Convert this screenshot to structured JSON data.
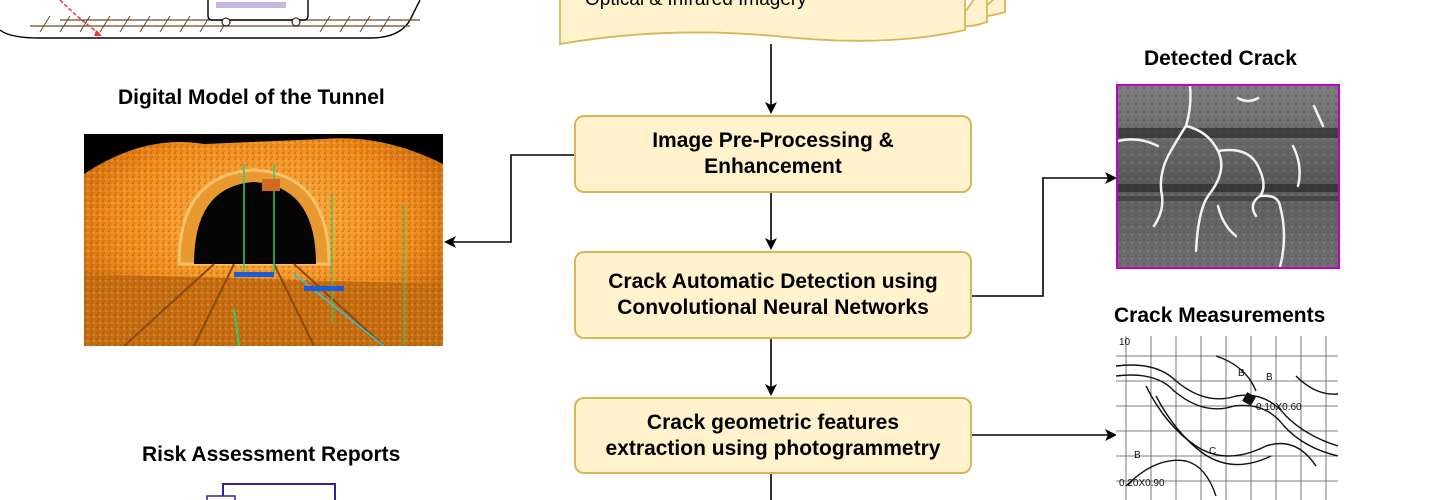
{
  "diagram": {
    "top_source_label": "Optical & Infrared Imagery",
    "steps": [
      {
        "id": "preprocessing",
        "label": "Image Pre-Processing &\nEnhancement"
      },
      {
        "id": "detection",
        "label": "Crack Automatic Detection using\nConvolutional Neural Networks"
      },
      {
        "id": "extraction",
        "label": "Crack geometric features\nextraction using photogrammetry"
      }
    ],
    "outputs": {
      "digital_model_title": "Digital Model of the Tunnel",
      "detected_crack_title": "Detected Crack",
      "crack_measurements_title": "Crack Measurements",
      "risk_reports_title": "Risk Assessment Reports"
    },
    "sketch_labels": [
      "10",
      "B",
      "B",
      "0.10X0.60",
      "B",
      "C",
      "0.20X0.90"
    ],
    "colors": {
      "box_fill": "#fff2cc",
      "box_stroke": "#d6b656",
      "arrow": "#000000",
      "crack_frame": "#c000c0",
      "tunnel_orange": "#f08a1c"
    }
  }
}
